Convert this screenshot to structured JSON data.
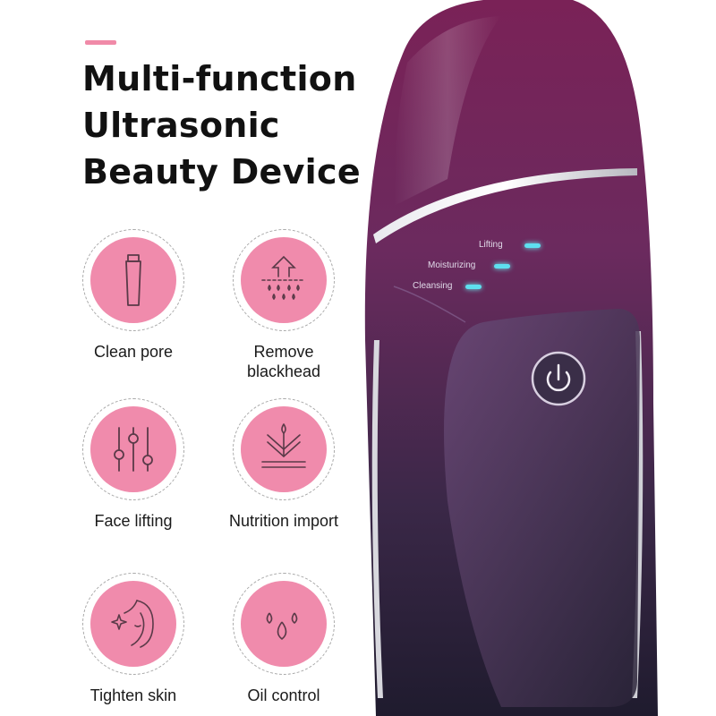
{
  "heading": {
    "line1": "Multi-function",
    "line2": "Ultrasonic",
    "line3": "Beauty Device"
  },
  "features": [
    {
      "label": "Clean pore",
      "icon": "tube-icon"
    },
    {
      "label": "Remove",
      "label2": "blackhead",
      "icon": "pore-extraction-icon"
    },
    {
      "label": "Face lifting",
      "icon": "sliders-icon"
    },
    {
      "label": "Nutrition import",
      "icon": "absorption-icon"
    },
    {
      "label": "Tighten skin",
      "icon": "face-sparkle-icon"
    },
    {
      "label": "Oil control",
      "icon": "droplets-icon"
    }
  ],
  "device": {
    "modes": [
      "Lifting",
      "Moisturizing",
      "Cleansing"
    ],
    "power_icon": "power-icon"
  },
  "colors": {
    "accent": "#f08aa8",
    "icon_fill": "#f08bac",
    "device_top": "#7a2257",
    "device_bottom": "#1f1b2e",
    "indicator": "#5ee0f0"
  }
}
